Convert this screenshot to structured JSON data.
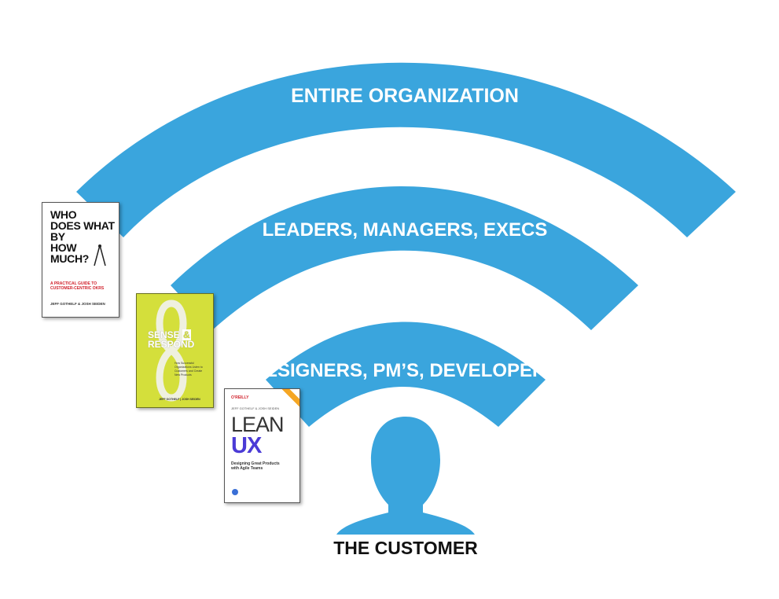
{
  "arcs": [
    {
      "label": "ENTIRE ORGANIZATION"
    },
    {
      "label": "LEADERS, MANAGERS, EXECS"
    },
    {
      "label": "DESIGNERS, PM’S, DEVELOPERS"
    }
  ],
  "customer": {
    "label": "THE CUSTOMER",
    "icon": "person-silhouette-icon"
  },
  "books": [
    {
      "title": "WHO\nDOES WHAT\nBY\nHOW\nMUCH?",
      "subtitle": "A PRACTICAL GUIDE TO\nCUSTOMER-CENTRIC OKRS",
      "authors": "JEFF GOTHELF & JOSH SEIDEN"
    },
    {
      "title_part1": "SENSE",
      "title_amp": "&",
      "title_part2": "RESPOND",
      "subtitle": "How Successful Organizations Listen to Customers and Create New Products",
      "authors": "JEFF GOTHELF | JOSH SEIDEN"
    },
    {
      "publisher": "O'REILLY",
      "authors": "JEFF GOTHELF & JOSH SEIDEN",
      "title_part1": "LEAN",
      "title_part2": "UX",
      "subtitle": "Designing Great Products\nwith Agile Teams"
    }
  ],
  "colors": {
    "arc": "#3aa5dd",
    "text": "#ffffff",
    "customer_label": "#111111",
    "book2_bg": "#d4df3b",
    "ux_purple": "#4b3bd6",
    "oreilly_red": "#d0212b"
  }
}
